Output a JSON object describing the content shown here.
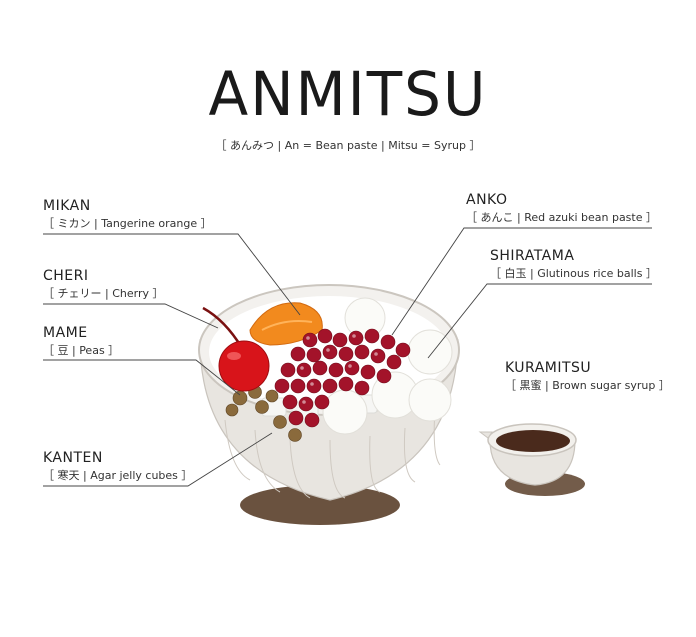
{
  "title": "ANMITSU",
  "subtitle": "［ あんみつ | An = Bean paste | Mitsu = Syrup ］",
  "labels": {
    "mikan": {
      "name": "MIKAN",
      "desc": "［ ミカン | Tangerine orange ］"
    },
    "cheri": {
      "name": "CHERI",
      "desc": "［ チェリー | Cherry ］"
    },
    "mame": {
      "name": "MAME",
      "desc": "［ 豆 | Peas ］"
    },
    "kanten": {
      "name": "KANTEN",
      "desc": "［ 寒天 | Agar jelly cubes ］"
    },
    "anko": {
      "name": "ANKO",
      "desc": "［ あんこ | Red azuki bean paste ］"
    },
    "shiratama": {
      "name": "SHIRATAMA",
      "desc": "［ 白玉 | Glutinous rice balls ］"
    },
    "kuramitsu": {
      "name": "KURAMITSU",
      "desc": "［ 黒蜜 | Brown sugar syrup ］"
    }
  },
  "colors": {
    "bowl": "#e9e6e1",
    "bean": "#a3132a",
    "cherry": "#d8141a",
    "orange": "#f28a1e",
    "syrup": "#4a2a1c",
    "shadow": "#5a3f2a",
    "line": "#444444"
  },
  "icons": [
    "bowl-illustration",
    "syrup-jug-illustration"
  ]
}
